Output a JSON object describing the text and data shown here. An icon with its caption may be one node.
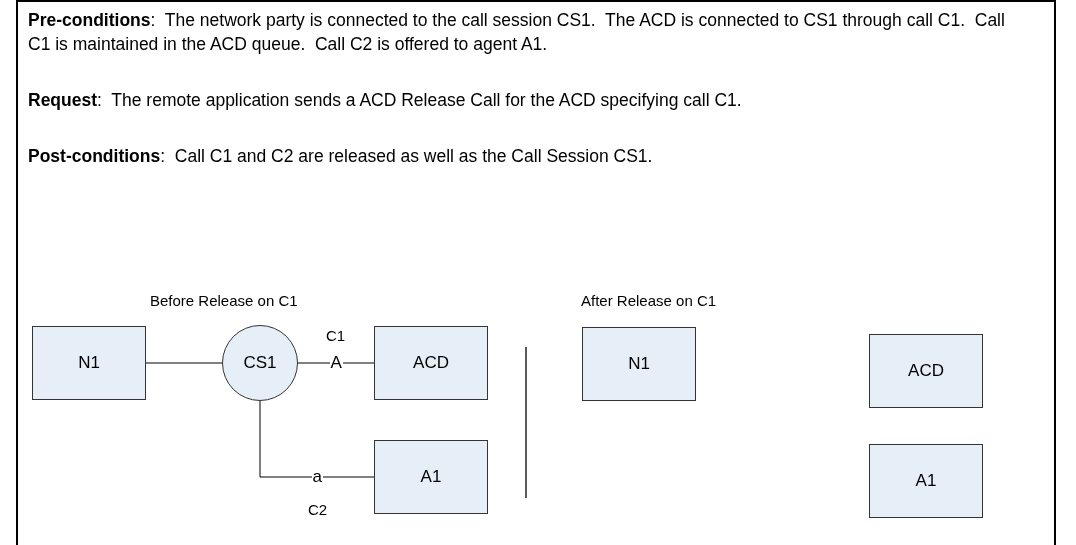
{
  "diagram": {
    "nodes": [
      {
        "text": [
          "N1"
        ]
      },
      {
        "text": [
          "CS1"
        ]
      },
      {
        "text": [
          "ACD"
        ]
      },
      {
        "text": [
          "A1"
        ]
      },
      {
        "text": [
          "N1"
        ]
      },
      {
        "text": [
          "ACD"
        ]
      },
      {
        "text": [
          "A1"
        ]
      }
    ],
    "edges": [
      {
        "from": 0,
        "to": 1,
        "arrow": "none"
      },
      {
        "from": 1,
        "to": 2,
        "arrow": "none",
        "label": "A"
      },
      {
        "from": 1,
        "to": 3,
        "arrow": "none",
        "label": "a"
      }
    ],
    "labels": [
      "**Pre-conditions**:  The network party is connected to the call session CS1.  The ACD is connected to CS1 through call C1.  Call C1 is maintained in the ACD queue.  Call C2 is offered to agent A1.",
      "**Request**:  The remote application sends a ACD Release Call for the ACD specifying call C1.",
      "**Post-conditions**:  Call C1 and C2 are released as well as the Call Session CS1.",
      "Before Release on C1",
      "After Release on C1",
      "C1",
      "C2"
    ]
  }
}
